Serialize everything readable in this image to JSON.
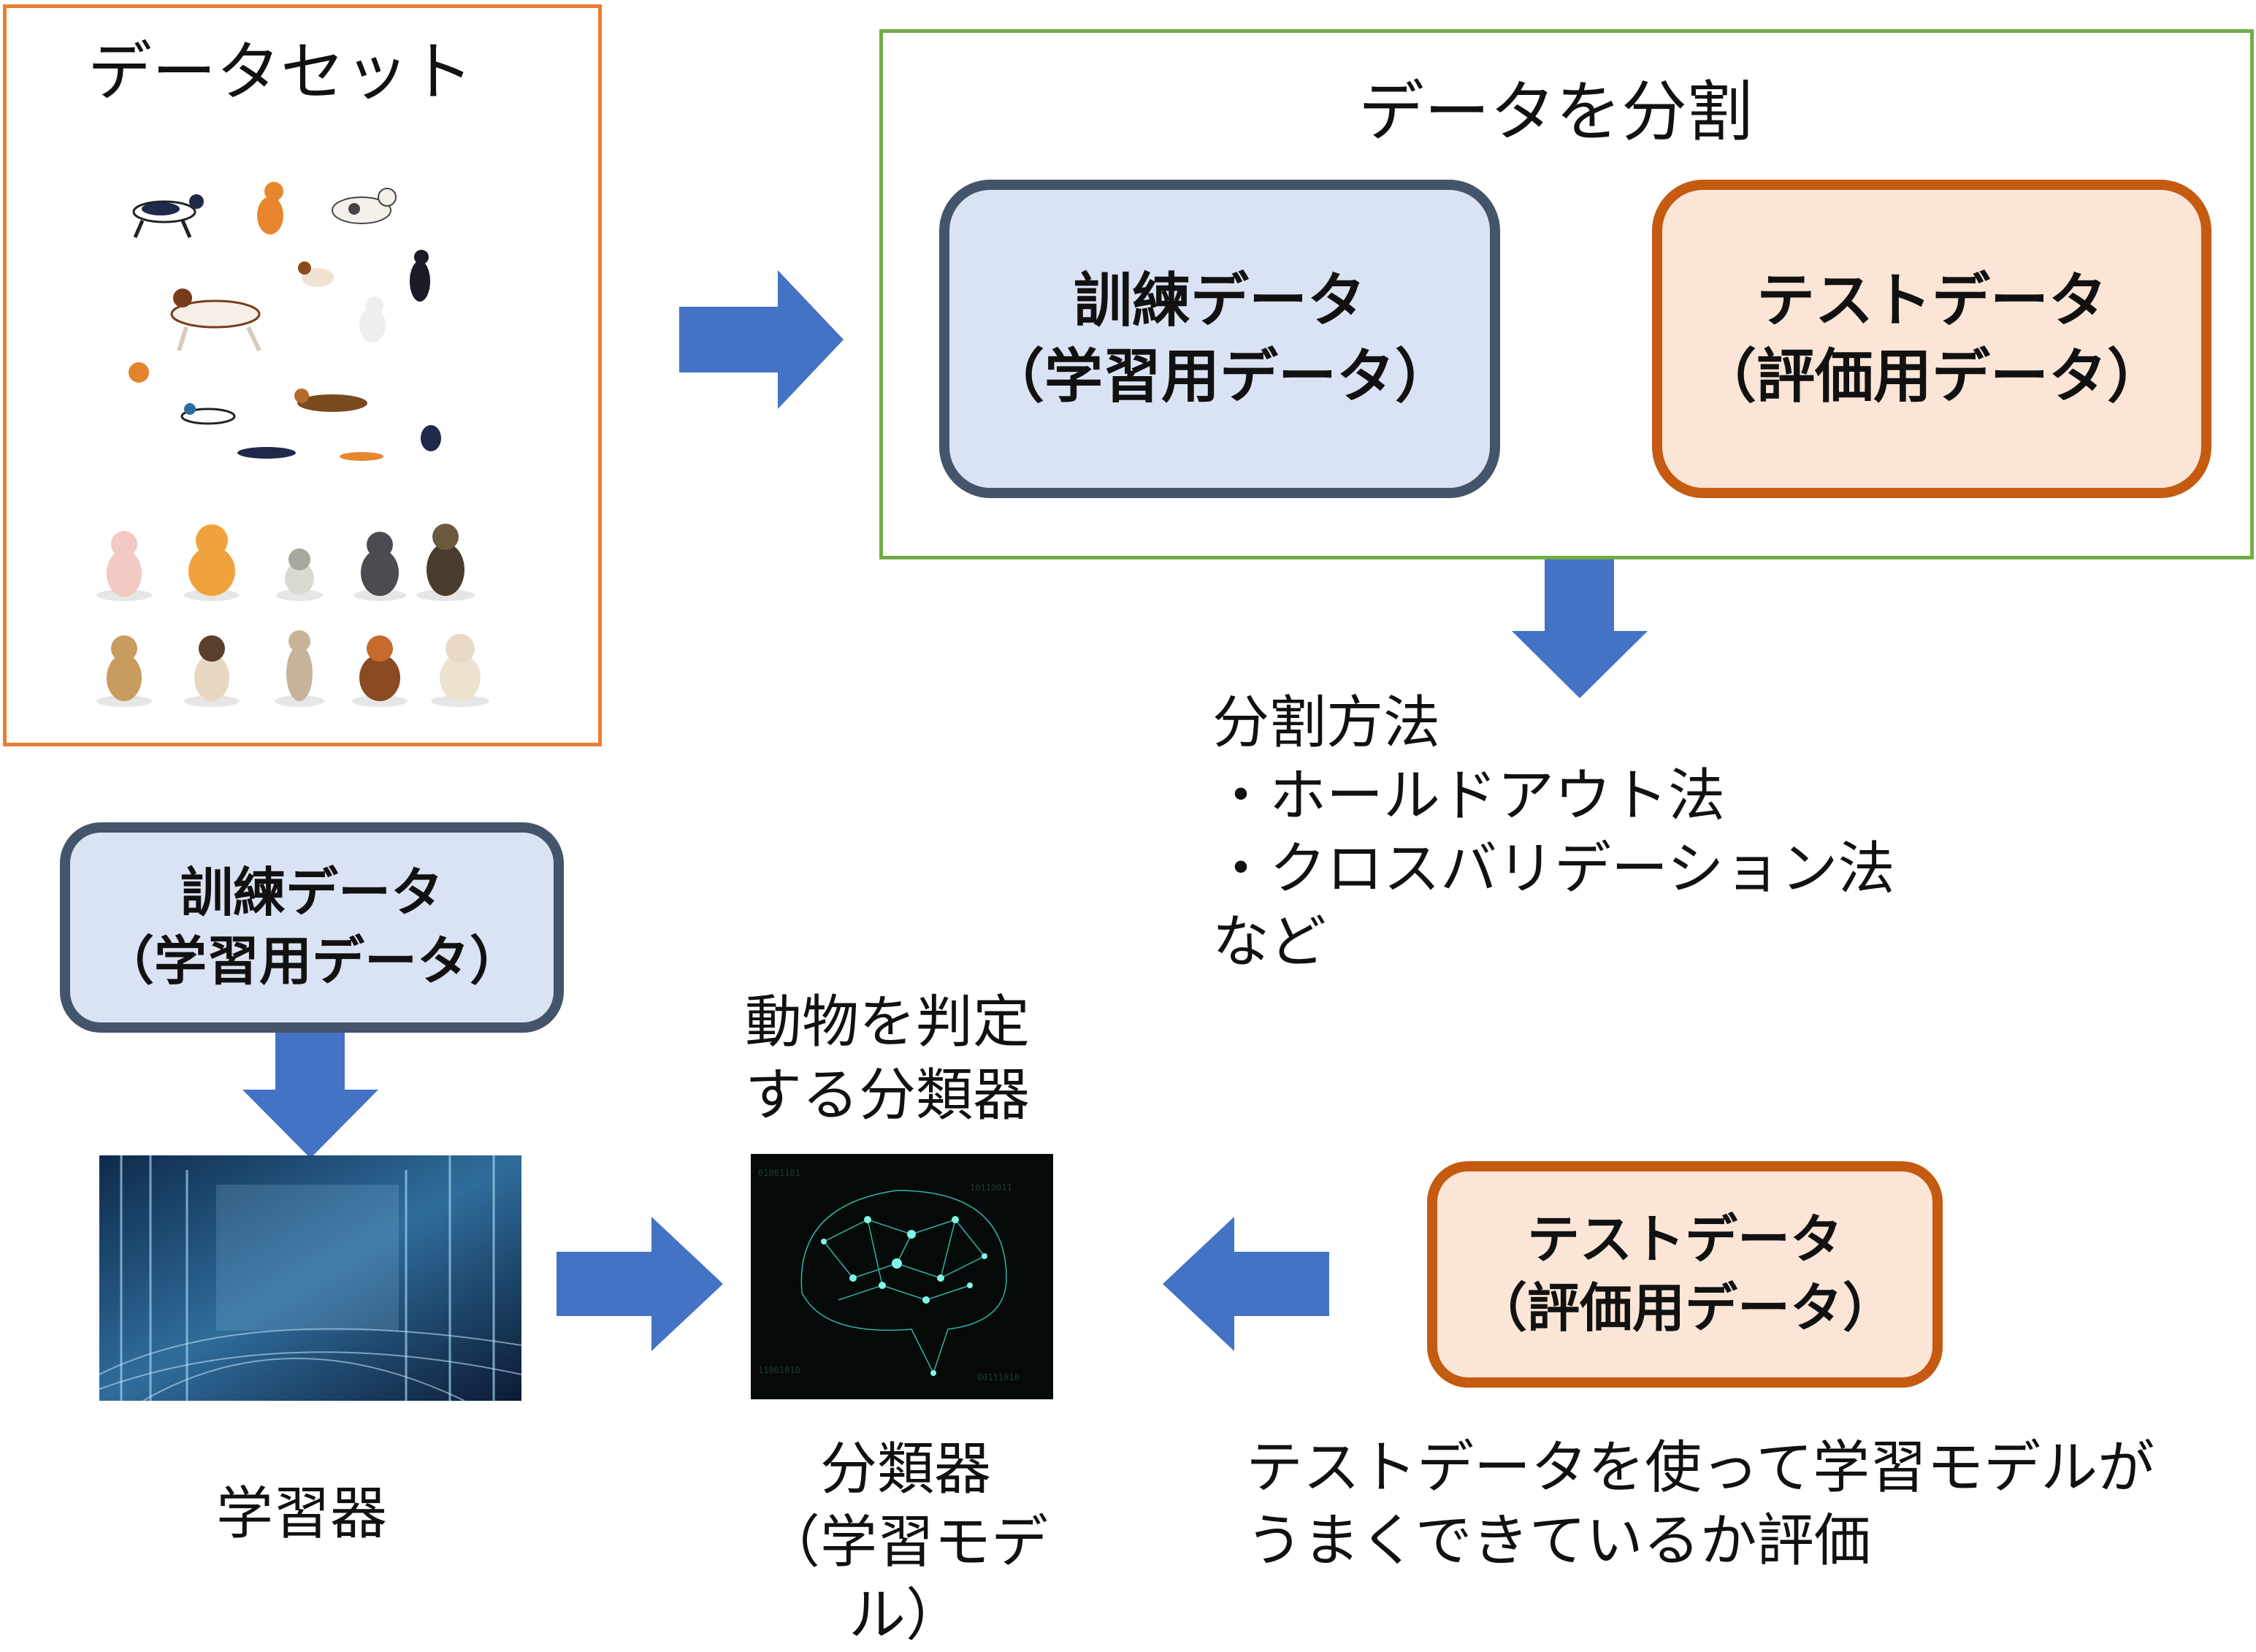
{
  "dataset": {
    "title": "データセット"
  },
  "split": {
    "title": "データを分割",
    "train_box": {
      "line1": "訓練データ",
      "line2": "（学習用データ）"
    },
    "test_box": {
      "line1": "テストデータ",
      "line2": "（評価用データ）"
    }
  },
  "methods": {
    "lines": [
      "分割方法",
      "・ホールドアウト法",
      "・クロスバリデーション法",
      "など"
    ]
  },
  "train_box2": {
    "line1": "訓練データ",
    "line2": "（学習用データ）"
  },
  "learner": {
    "label": "学習器"
  },
  "classifier": {
    "caption_line1": "動物を判定",
    "caption_line2": "する分類器",
    "label_line1": "分類器",
    "label_line2": "（学習モデル）"
  },
  "test_box2": {
    "line1": "テストデータ",
    "line2": "（評価用データ）"
  },
  "evaluation": {
    "line1": "テストデータを使って学習モデルが",
    "line2": "うまくできているか評価"
  },
  "colors": {
    "arrow": "#4472c4",
    "dataset_border": "#ed7d31",
    "split_border": "#70ad47",
    "train_fill": "#dae3f3",
    "train_border": "#44546a",
    "test_fill": "#fbe5d6",
    "test_border": "#c55a11"
  }
}
